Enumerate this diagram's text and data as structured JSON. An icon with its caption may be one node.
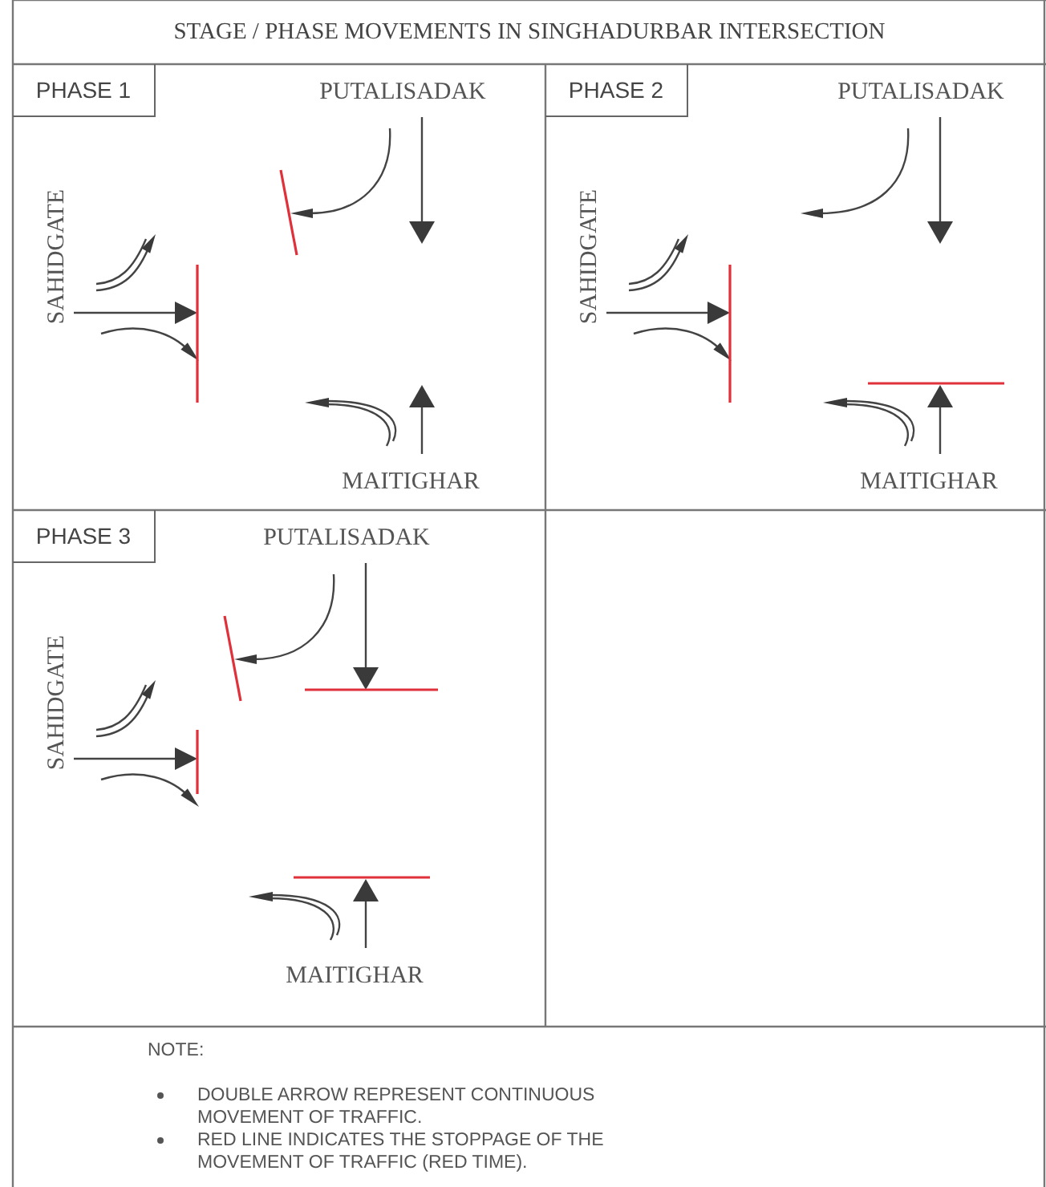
{
  "diagram": {
    "title": "STAGE / PHASE MOVEMENTS IN SINGHADURBAR INTERSECTION",
    "nodes": [
      {
        "text": [
          "PHASE 1",
          "PUTALISADAK",
          "SAHIDGATE",
          "MAITIGHAR"
        ]
      },
      {
        "text": [
          "PHASE 2",
          "PUTALISADAK",
          "SAHIDGATE",
          "MAITIGHAR"
        ]
      },
      {
        "text": [
          "PHASE 3",
          "PUTALISADAK",
          "SAHIDGATE",
          "MAITIGHAR"
        ]
      }
    ],
    "labels": [
      "NOTE:",
      "DOUBLE ARROW REPRESENT CONTINUOUS MOVEMENT OF TRAFFIC.",
      "RED LINE INDICATES THE STOPPAGE OF THE MOVEMENT OF TRAFFIC (RED TIME)."
    ]
  }
}
